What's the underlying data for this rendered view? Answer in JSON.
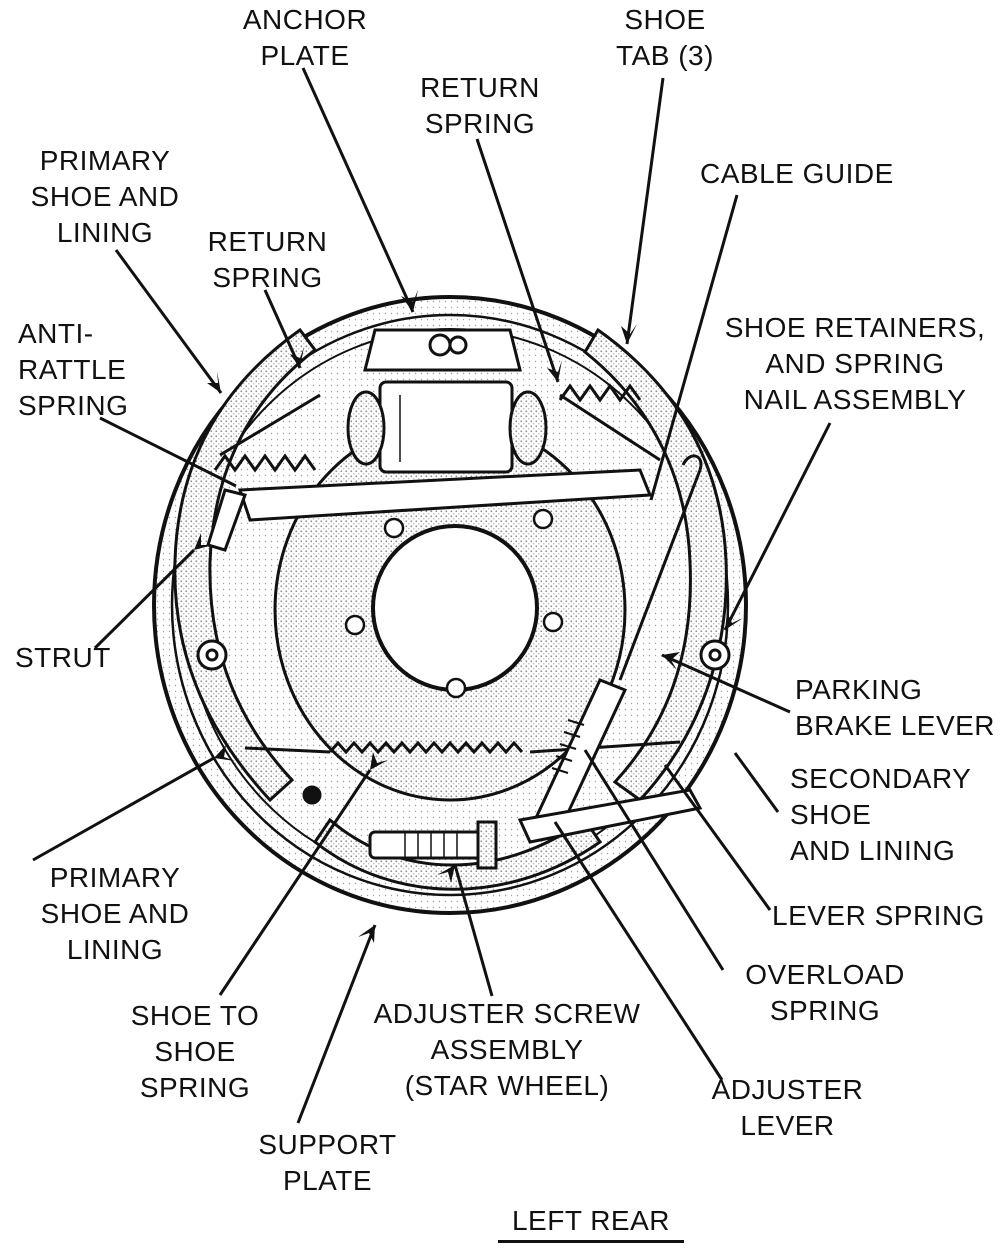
{
  "colors": {
    "ink": "#111111",
    "paper": "#ffffff",
    "stipple": "#bdbdbd"
  },
  "labels": {
    "anchor_plate": [
      "ANCHOR",
      "PLATE"
    ],
    "shoe_tab": [
      "SHOE",
      "TAB (3)"
    ],
    "return_spring_top": [
      "RETURN",
      "SPRING"
    ],
    "cable_guide": [
      "CABLE GUIDE"
    ],
    "primary_shoe_top": [
      "PRIMARY",
      "SHOE AND",
      "LINING"
    ],
    "return_spring_left": [
      "RETURN",
      "SPRING"
    ],
    "anti_rattle": [
      "ANTI-",
      "RATTLE",
      "SPRING"
    ],
    "shoe_retainers": [
      "SHOE RETAINERS,",
      "AND SPRING",
      "NAIL ASSEMBLY"
    ],
    "strut": [
      "STRUT"
    ],
    "parking_brake": [
      "PARKING",
      "BRAKE LEVER"
    ],
    "secondary_shoe": [
      "SECONDARY",
      "SHOE",
      "AND LINING"
    ],
    "primary_shoe_bottom": [
      "PRIMARY",
      "SHOE AND",
      "LINING"
    ],
    "lever_spring": [
      "LEVER SPRING"
    ],
    "overload_spring": [
      "OVERLOAD",
      "SPRING"
    ],
    "shoe_to_shoe": [
      "SHOE TO",
      "SHOE",
      "SPRING"
    ],
    "adjuster_screw": [
      "ADJUSTER SCREW",
      "ASSEMBLY",
      "(STAR WHEEL)"
    ],
    "adjuster_lever": [
      "ADJUSTER",
      "LEVER"
    ],
    "support_plate": [
      "SUPPORT",
      "PLATE"
    ]
  },
  "caption": "LEFT REAR"
}
